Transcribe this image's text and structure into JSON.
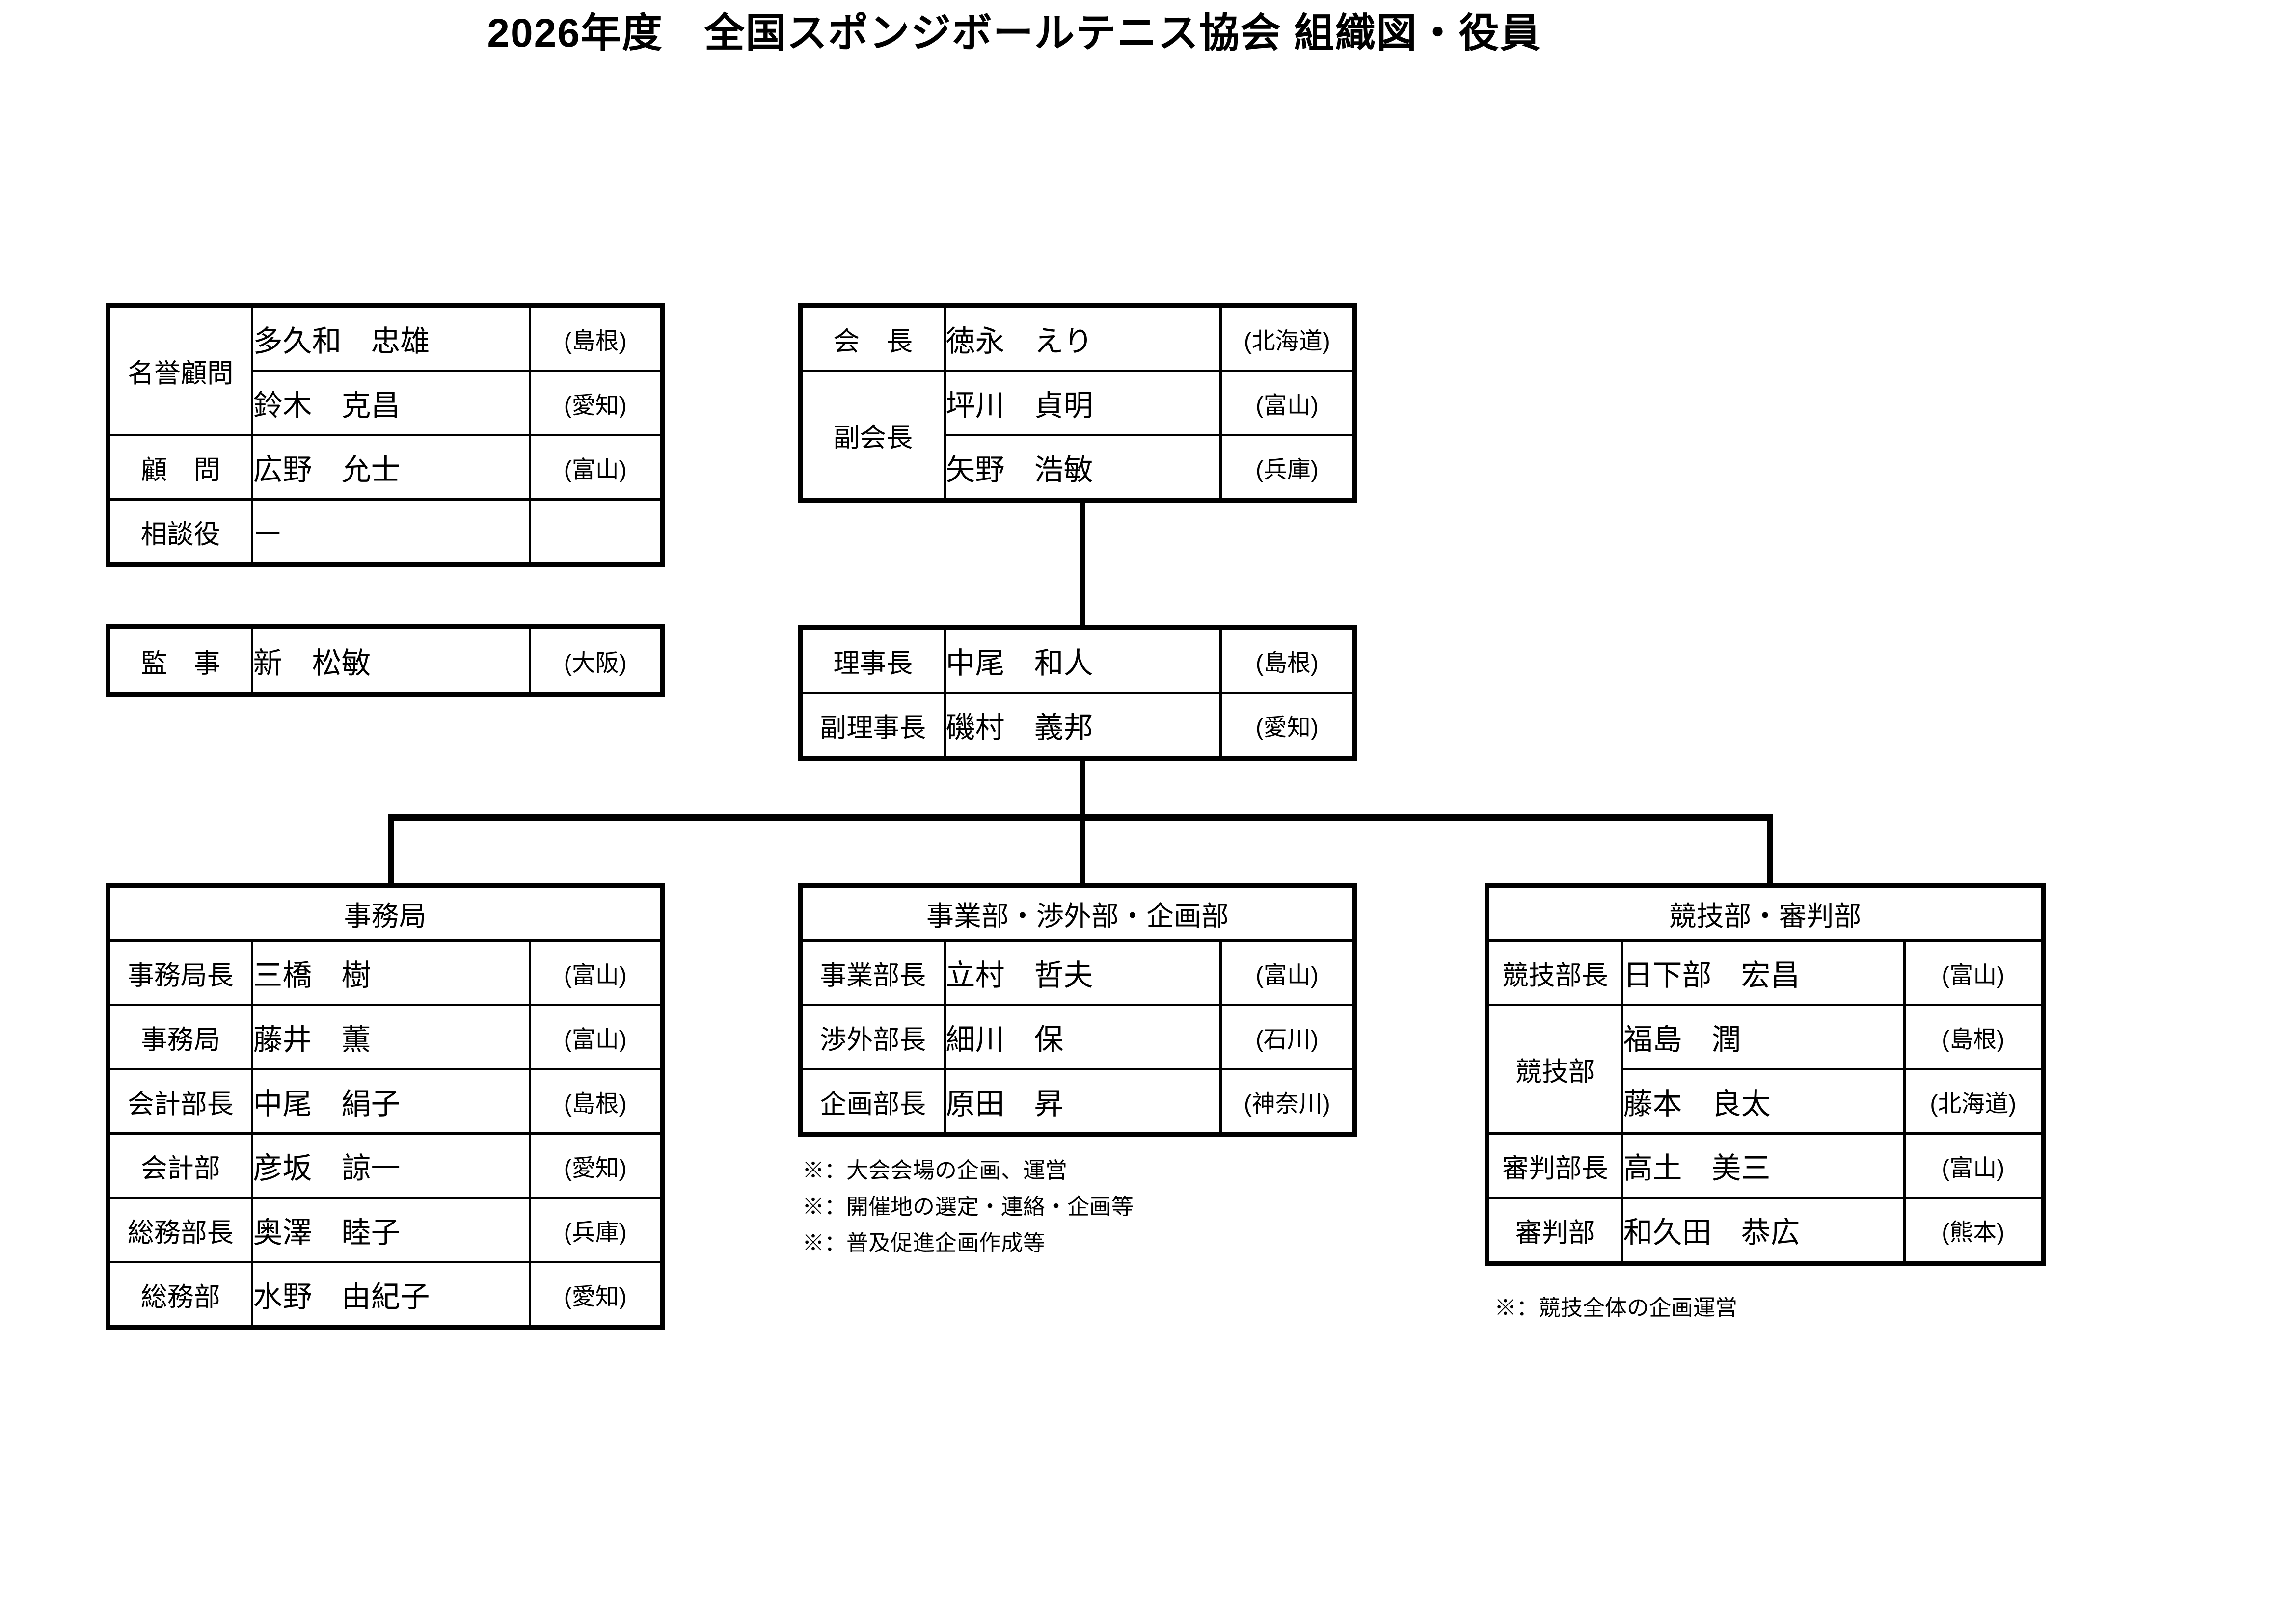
{
  "page": {
    "title": "2026年度　全国スポンジボールテニス協会 組織図・役員"
  },
  "tables": {
    "advisors": {
      "rows": [
        {
          "role": "名誉顧問",
          "name": "多久和　忠雄",
          "pref": "(島根)"
        },
        {
          "name": "鈴木　克昌",
          "pref": "(愛知)"
        },
        {
          "role": "顧　問",
          "name": "広野　允士",
          "pref": "(富山)"
        },
        {
          "role": "相談役",
          "name": "ー",
          "pref": ""
        }
      ]
    },
    "auditor": {
      "rows": [
        {
          "role": "監　事",
          "name": "新　松敏",
          "pref": "(大阪)"
        }
      ]
    },
    "presidents": {
      "rows": [
        {
          "role": "会　長",
          "name": "徳永　えり",
          "pref": "(北海道)"
        },
        {
          "role": "副会長",
          "name": "坪川　貞明",
          "pref": "(富山)"
        },
        {
          "name": "矢野　浩敏",
          "pref": "(兵庫)"
        }
      ]
    },
    "directors": {
      "rows": [
        {
          "role": "理事長",
          "name": "中尾　和人",
          "pref": "(島根)"
        },
        {
          "role": "副理事長",
          "name": "磯村　義邦",
          "pref": "(愛知)"
        }
      ]
    },
    "secretariat": {
      "title": "事務局",
      "rows": [
        {
          "role": "事務局長",
          "name": "三橋　樹",
          "pref": "(富山)"
        },
        {
          "role": "事務局",
          "name": "藤井　薫",
          "pref": "(富山)"
        },
        {
          "role": "会計部長",
          "name": "中尾　絹子",
          "pref": "(島根)"
        },
        {
          "role": "会計部",
          "name": "彦坂　諒一",
          "pref": "(愛知)"
        },
        {
          "role": "総務部長",
          "name": "奥澤　睦子",
          "pref": "(兵庫)"
        },
        {
          "role": "総務部",
          "name": "水野　由紀子",
          "pref": "(愛知)"
        }
      ]
    },
    "business": {
      "title": "事業部・渉外部・企画部",
      "rows": [
        {
          "role": "事業部長",
          "name": "立村　哲夫",
          "pref": "(富山)"
        },
        {
          "role": "渉外部長",
          "name": "細川　保",
          "pref": "(石川)"
        },
        {
          "role": "企画部長",
          "name": "原田　昇",
          "pref": "(神奈川)"
        }
      ],
      "notes": [
        "※：大会会場の企画、運営",
        "※：開催地の選定・連絡・企画等",
        "※：普及促進企画作成等"
      ]
    },
    "competition": {
      "title": "競技部・審判部",
      "rows": [
        {
          "role": "競技部長",
          "name": "日下部　宏昌",
          "pref": "(富山)"
        },
        {
          "role": "競技部",
          "name": "福島　潤",
          "pref": "(島根)"
        },
        {
          "name": "藤本　良太",
          "pref": "(北海道)"
        },
        {
          "role": "審判部長",
          "name": "高土　美三",
          "pref": "(富山)"
        },
        {
          "role": "審判部",
          "name": "和久田　恭広",
          "pref": "(熊本)"
        }
      ],
      "notes": [
        "※：競技全体の企画運営"
      ]
    }
  }
}
